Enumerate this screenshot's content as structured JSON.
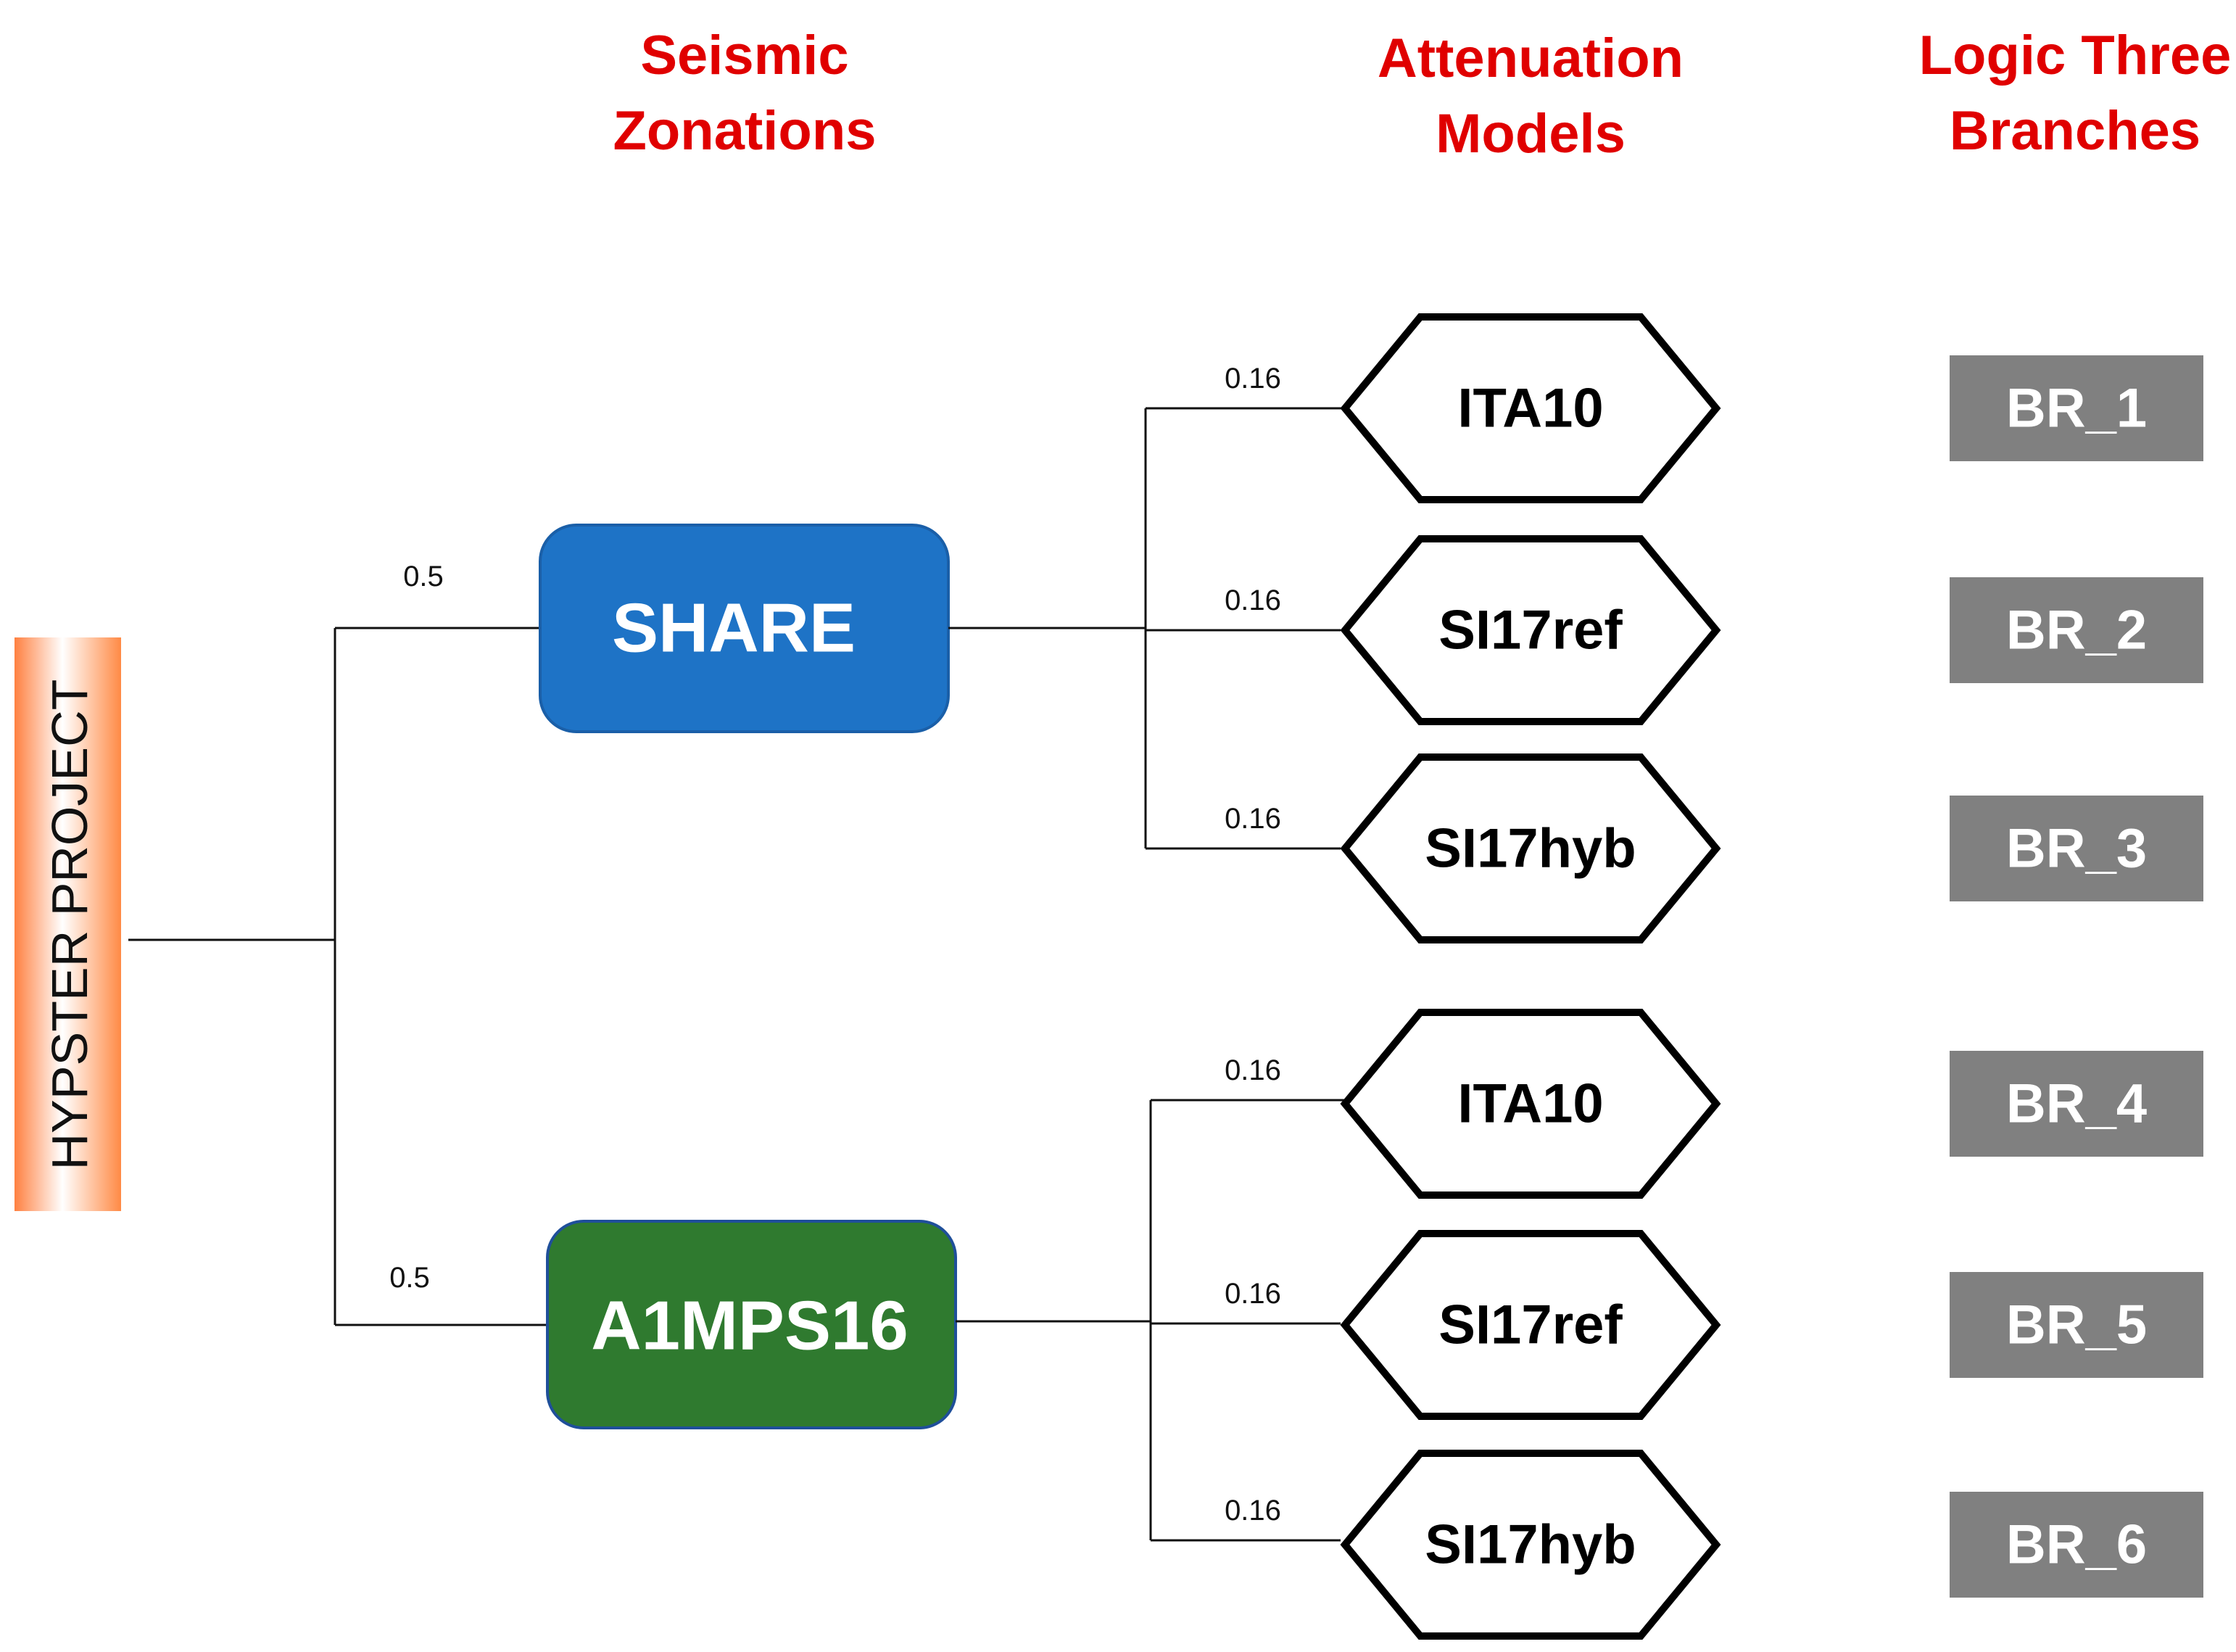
{
  "headers": {
    "zonations": [
      "Seismic",
      "Zonations"
    ],
    "attenuation": [
      "Attenuation",
      "Models"
    ],
    "branches": [
      "Logic Three",
      "Branches"
    ]
  },
  "colors": {
    "header": "#e00000",
    "share": "#1e73c6",
    "a1mps16": "#2f7a2f",
    "root_gradient": "#ff8040",
    "branch_box": "#808080"
  },
  "root": {
    "label": "HYPSTER PROJECT"
  },
  "zones": [
    {
      "label": "SHARE",
      "weight": "0.5",
      "models": [
        {
          "label": "ITA10",
          "weight": "0.16",
          "branch": "BR_1"
        },
        {
          "label": "SI17ref",
          "weight": "0.16",
          "branch": "BR_2"
        },
        {
          "label": "SI17hyb",
          "weight": "0.16",
          "branch": "BR_3"
        }
      ]
    },
    {
      "label": "A1MPS16",
      "weight": "0.5",
      "models": [
        {
          "label": "ITA10",
          "weight": "0.16",
          "branch": "BR_4"
        },
        {
          "label": "SI17ref",
          "weight": "0.16",
          "branch": "BR_5"
        },
        {
          "label": "SI17hyb",
          "weight": "0.16",
          "branch": "BR_6"
        }
      ]
    }
  ]
}
